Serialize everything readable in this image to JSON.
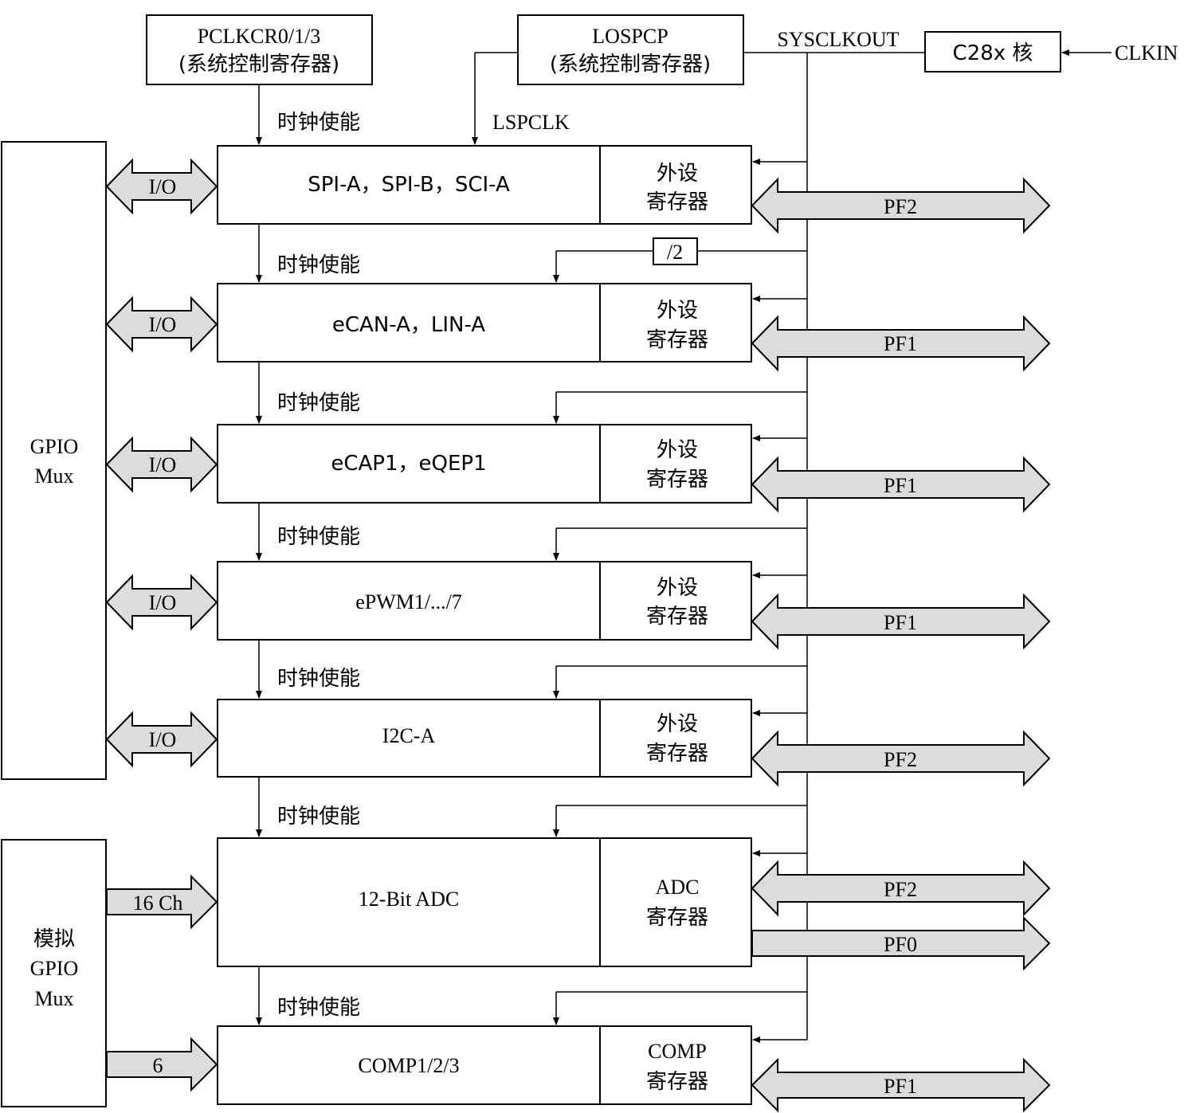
{
  "top": {
    "pclkcr": {
      "line1": "PCLKCR0/1/3",
      "line2": "(系统控制寄存器)"
    },
    "lospcp": {
      "line1": "LOSPCP",
      "line2": "(系统控制寄存器)"
    },
    "sysclkout": "SYSCLKOUT",
    "core": "C28x 核",
    "clkin": "CLKIN",
    "lspclk": "LSPCLK",
    "div2": "/2"
  },
  "clock_enable_label": "时钟使能",
  "gpio_mux": {
    "line1": "GPIO",
    "line2": "Mux"
  },
  "analog_mux": {
    "line1": "模拟",
    "line2": "GPIO",
    "line3": "Mux"
  },
  "modules": [
    {
      "name": "SPI-A，SPI-B，SCI-A",
      "reg1": "外设",
      "reg2": "寄存器",
      "io": "I/O",
      "bus": "PF2"
    },
    {
      "name": "eCAN-A，LIN-A",
      "reg1": "外设",
      "reg2": "寄存器",
      "io": "I/O",
      "bus": "PF1"
    },
    {
      "name": "eCAP1，eQEP1",
      "reg1": "外设",
      "reg2": "寄存器",
      "io": "I/O",
      "bus": "PF1"
    },
    {
      "name": "ePWM1/.../7",
      "reg1": "外设",
      "reg2": "寄存器",
      "io": "I/O",
      "bus": "PF1"
    },
    {
      "name": "I2C-A",
      "reg1": "外设",
      "reg2": "寄存器",
      "io": "I/O",
      "bus": "PF2"
    },
    {
      "name": "12-Bit ADC",
      "reg1": "ADC",
      "reg2": "寄存器",
      "io": "16 Ch",
      "bus": "PF2",
      "bus2": "PF0"
    },
    {
      "name": "COMP1/2/3",
      "reg1": "COMP",
      "reg2": "寄存器",
      "io": "6",
      "bus": "PF1"
    }
  ]
}
